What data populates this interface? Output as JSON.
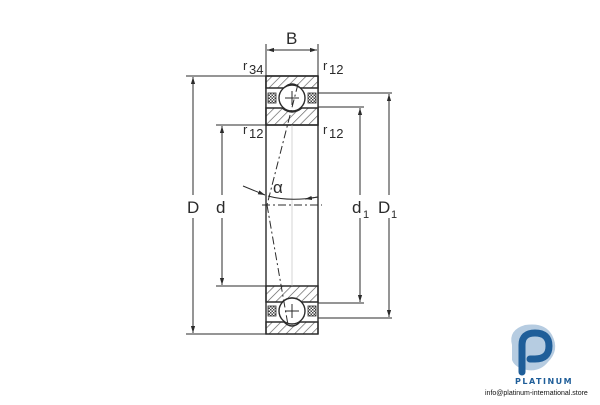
{
  "drawing": {
    "title": "Angular contact ball bearing dimension drawing",
    "labels": {
      "width": "B",
      "outer_diameter": "D",
      "bore_diameter": "d",
      "shoulder_inner": "d",
      "shoulder_inner_sub": "1",
      "shoulder_outer": "D",
      "shoulder_outer_sub": "1",
      "contact_angle": "α",
      "r_top_left": "r",
      "r_top_left_sub": "34",
      "r_top_right": "r",
      "r_top_right_sub": "12",
      "r_mid_left": "r",
      "r_mid_left_sub": "12",
      "r_mid_right": "r",
      "r_mid_right_sub": "12"
    },
    "colors": {
      "line": "#2b2b2b",
      "hatch": "#555555"
    }
  },
  "logo": {
    "brand": "PLATINUM",
    "email": "info@platinum-international.store",
    "colors": {
      "primary": "#1f5e99",
      "secondary": "#a9c3dc"
    }
  }
}
